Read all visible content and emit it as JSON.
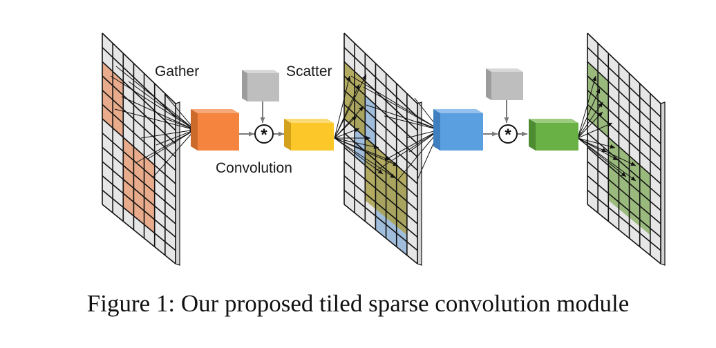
{
  "labels": {
    "gather": "Gather",
    "scatter": "Scatter",
    "convolution": "Convolution",
    "operator": "*"
  },
  "caption": "Figure 1: Our proposed tiled sparse convolution module",
  "colors": {
    "grid_fill": "#e6e6e6",
    "grid_line": "#111111",
    "orange_tile": "#e8a07a",
    "olive_tile": "#a9a04a",
    "blue_tile": "#8fb3d8",
    "green_tile": "#8cb16a",
    "orange_cube": "#f08a4b",
    "yellow_cube": "#f7c42a",
    "blue_cube": "#5c9fdc",
    "green_cube": "#6ab04c",
    "gray_cube": "#c0c0c0"
  }
}
